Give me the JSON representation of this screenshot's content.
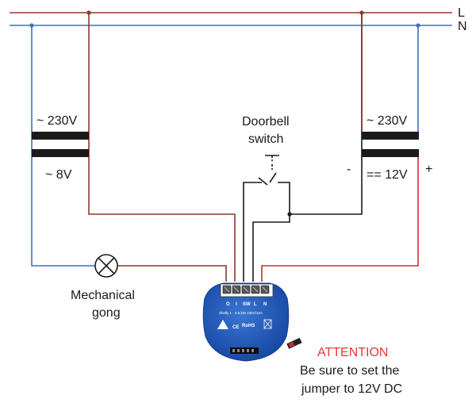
{
  "lines": {
    "live_label": "L",
    "neutral_label": "N"
  },
  "left_transformer": {
    "primary_label": "~ 230V",
    "secondary_label": "~ 8V"
  },
  "right_transformer": {
    "primary_label": "~ 230V",
    "secondary_label": "== 12V",
    "minus_label": "-",
    "plus_label": "+"
  },
  "doorbell_switch": {
    "label_line1": "Doorbell",
    "label_line2": "switch"
  },
  "gong": {
    "label_line1": "Mechanical",
    "label_line2": "gong"
  },
  "relay": {
    "terminal_labels": [
      "O",
      "I",
      "SW",
      "L",
      "N"
    ],
    "model_text": "Shelly 1 - 3.5 kW 230V/16A",
    "ce_mark": "CE",
    "rohs_mark": "RoHS"
  },
  "attention": {
    "title": "ATTENTION",
    "line1": "Be sure to set the",
    "line2": "jumper to 12V DC"
  },
  "colors": {
    "live": "#8B3A2A",
    "neutral": "#3F6FC9",
    "dc_positive": "#D22A2A",
    "black": "#1a1a1a",
    "relay_blue": "#1E55B5",
    "attention_red": "#E53935"
  }
}
